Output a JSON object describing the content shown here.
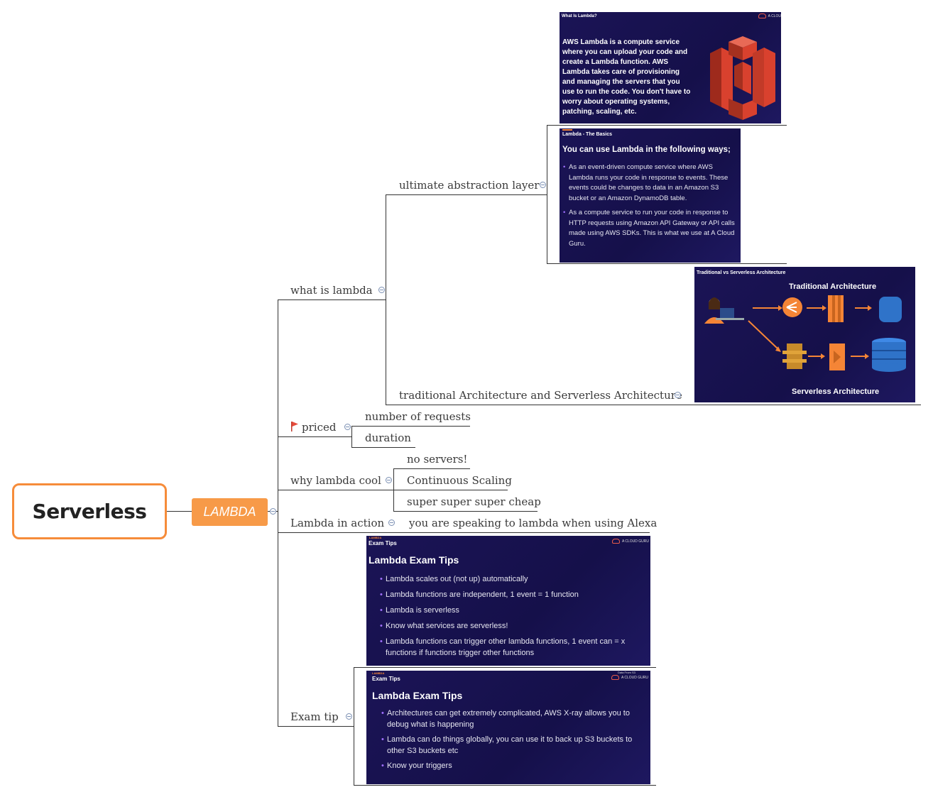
{
  "root": {
    "label": "Serverless"
  },
  "main_topic": {
    "label": "LAMBDA"
  },
  "branches": {
    "what_is": {
      "label": "what is lambda",
      "ultimate": {
        "label": "ultimate abstraction layer"
      },
      "traditional": {
        "label": "traditional Architecture  and Serverless Architecture"
      }
    },
    "priced": {
      "label": "priced",
      "children": [
        "number of requests",
        "duration"
      ]
    },
    "cool": {
      "label": "why lambda cool",
      "children": [
        "no servers!",
        "Continuous Scaling",
        "super super super cheap"
      ]
    },
    "action": {
      "label": "Lambda in action",
      "child": "you are speaking to lambda when using Alexa"
    },
    "exam": {
      "label": "Exam tip"
    }
  },
  "slides": {
    "what_is_lambda": {
      "header": "What Is Lambda?",
      "brand": "A CLOU",
      "body": "AWS Lambda is a compute service where you can upload your code and create a Lambda function. AWS Lambda takes care of provisioning and managing the servers that you use to run the code. You don't have to worry about operating systems, patching, scaling, etc."
    },
    "basics": {
      "header": "Lambda - The Basics",
      "title": "You can use Lambda in the following ways;",
      "bullets": [
        "As an event-driven compute service where AWS Lambda runs your code in response to events. These events could be changes to data in an Amazon S3 bucket or an Amazon DynamoDB table.",
        "As a compute service to run your code in response to HTTP requests using Amazon API Gateway or API calls made using AWS SDKs. This is what we use at A Cloud Guru."
      ]
    },
    "architecture": {
      "header": "Traditional vs Serverless Architecture",
      "traditional_label": "Traditional Architecture",
      "serverless_label": "Serverless Architecture"
    },
    "exam_tips_1": {
      "kicker": "LAMBDA",
      "header": "Exam Tips",
      "brand": "A CLOUD GURU",
      "title": "Lambda Exam Tips",
      "bullets": [
        "Lambda scales out (not up) automatically",
        "Lambda functions are independent, 1 event = 1 function",
        "Lambda is serverless",
        "Know what services are serverless!",
        "Lambda functions can trigger other lambda functions, 1 event can = x functions if functions trigger other functions"
      ]
    },
    "exam_tips_2": {
      "kicker": "LAMBDA",
      "header": "Exam Tips",
      "brand": "A CLOUD GURU",
      "brand_sub": "Data From S3",
      "title": "Lambda Exam Tips",
      "bullets": [
        "Architectures can get extremely complicated, AWS X-ray allows you to debug what is happening",
        "Lambda can do things globally, you can use it to back up S3 buckets to other S3 buckets etc",
        "Know your triggers"
      ]
    }
  },
  "colors": {
    "root_border": "#f68c3a",
    "main_fill": "#f79a48",
    "slide_bg": "#1b1456",
    "flag": "#e74c3c",
    "aws_orange": "#f58536",
    "aws_red": "#d9412e",
    "aws_blue": "#2f73c9"
  }
}
